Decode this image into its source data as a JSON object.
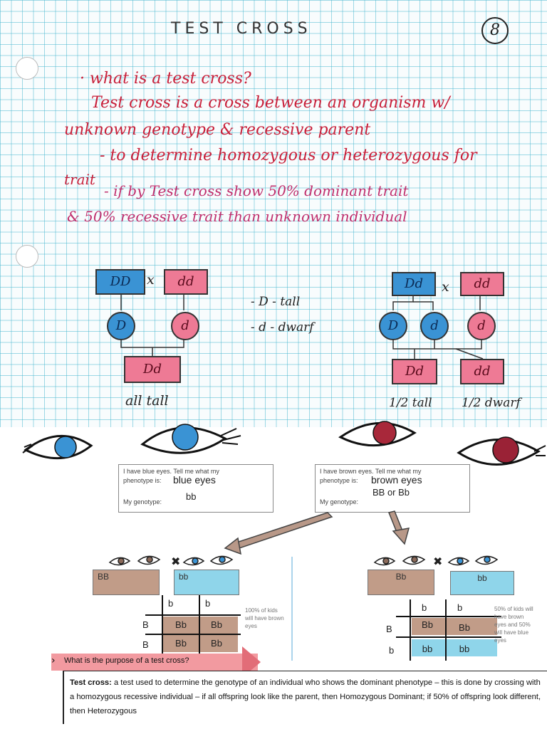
{
  "page": {
    "title": "TEST CROSS",
    "page_number": "8"
  },
  "notes": {
    "question": "· what is a test cross?",
    "line1": "Test cross is a cross between an organism w/",
    "line2": "unknown genotype & recessive parent",
    "line3": "- to determine homozygous or heterozygous for",
    "line4": "trait",
    "line5": "- if by Test cross show 50% dominant trait",
    "line6": "& 50% recessive trait than unknown individual"
  },
  "cross_left": {
    "parent1": "DD",
    "times": "x",
    "parent2": "dd",
    "gamete1": "D",
    "gamete2": "d",
    "offspring": "Dd",
    "result": "all tall"
  },
  "legend": {
    "tall": "- D - tall",
    "dwarf": "- d - dwarf"
  },
  "cross_right": {
    "parent1": "Dd",
    "times": "x",
    "parent2": "dd",
    "gamete1": "D",
    "gamete2": "d",
    "gamete3": "d",
    "offspring1": "Dd",
    "offspring2": "dd",
    "result1": "1/2 tall",
    "result2": "1/2 dwarf"
  },
  "card_blue": {
    "question": "I have blue eyes. Tell me what my",
    "phenotype_label": "phenotype is:",
    "phenotype_value": "blue eyes",
    "genotype_label": "My genotype:",
    "genotype_value": "bb"
  },
  "card_brown": {
    "question": "I have brown eyes. Tell me what my",
    "phenotype_label": "phenotype is:",
    "phenotype_value": "brown eyes",
    "genotype_label": "My genotype:",
    "genotype_value": "BB or Bb"
  },
  "punnett_left": {
    "parent1": "BB",
    "parent2": "bb",
    "col1": "b",
    "col2": "b",
    "row1": "B",
    "row2": "B",
    "cells": [
      "Bb",
      "Bb",
      "Bb",
      "Bb"
    ],
    "note": "100% of kids will have brown eyes"
  },
  "punnett_right": {
    "parent1": "Bb",
    "parent2": "bb",
    "col1": "b",
    "col2": "b",
    "row1": "B",
    "row2": "b",
    "cells": [
      "Bb",
      "Bb",
      "bb",
      "bb"
    ],
    "note": "50% of kids will have brown eyes and 50% will have blue eyes"
  },
  "banner": {
    "text": "What is the purpose of a test cross?"
  },
  "definition": {
    "term": "Test cross:",
    "text": " a test used to determine the genotype of an individual who shows the dominant phenotype – this is done by crossing with a homozygous recessive individual – if all offspring look like the parent, then Homozygous Dominant; if 50% of offspring look different, then Heterozygous"
  },
  "colors": {
    "blue_box": "#3a93d4",
    "pink_box": "#ee7a95",
    "brown_box": "#c19c88",
    "cyan_box": "#8fd5ea",
    "red_ink": "#c8203a",
    "magenta_ink": "#c0306e"
  }
}
